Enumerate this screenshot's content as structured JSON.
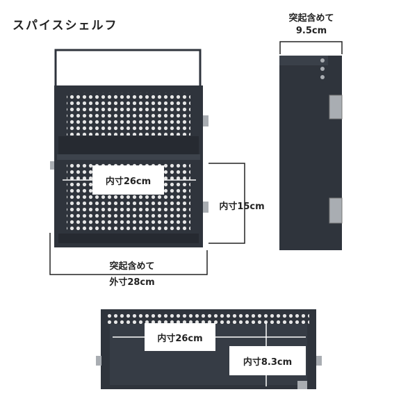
{
  "title": "スパイスシェルフ",
  "front_view": {
    "inner_width_label": "内寸26cm",
    "inner_height_label": "内寸15cm",
    "outer_width_note": "突起含めて",
    "outer_width_label": "外寸28cm"
  },
  "side_view": {
    "depth_note": "突起含めて",
    "depth_label": "9.5cm"
  },
  "top_view": {
    "inner_width_label": "内寸26cm",
    "inner_depth_label": "内寸8.3cm"
  },
  "colors": {
    "product": "#2f343c",
    "perforation": "#e6e6e6",
    "line": "#222222",
    "hinge": "#a9adb2"
  }
}
